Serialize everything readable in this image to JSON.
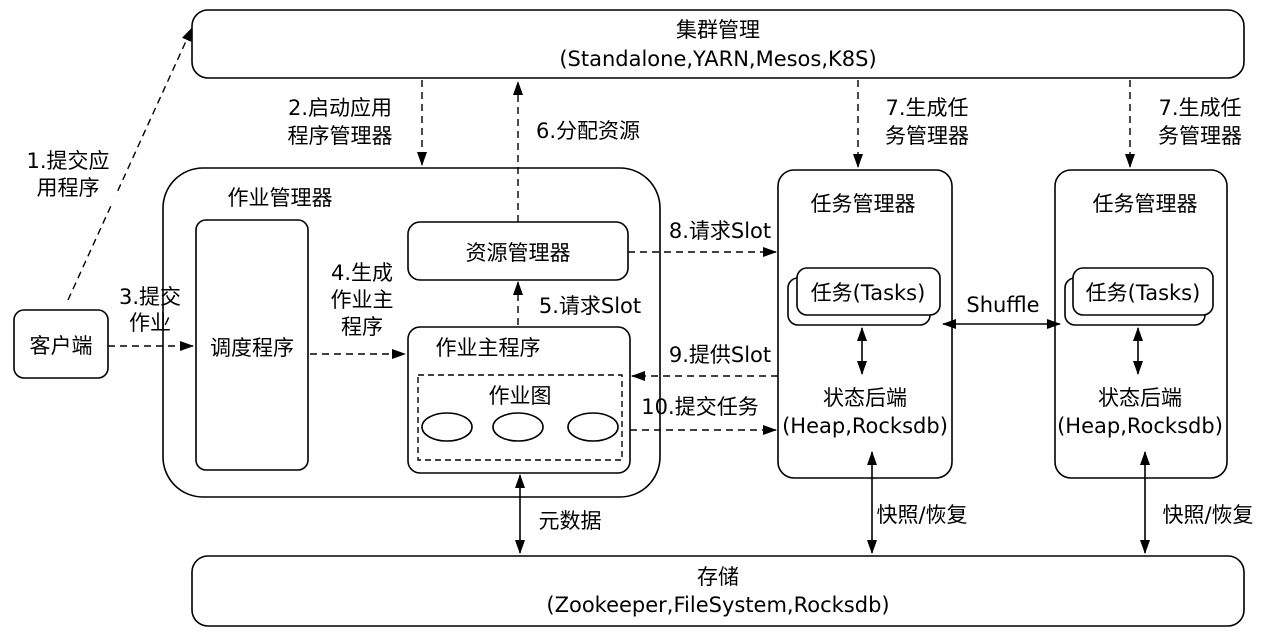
{
  "cluster_manager": {
    "title": "集群管理",
    "subtitle": "(Standalone,YARN,Mesos,K8S)"
  },
  "storage": {
    "title": "存储",
    "subtitle": "(Zookeeper,FileSystem,Rocksdb)"
  },
  "client": {
    "label": "客户端"
  },
  "job_manager": {
    "title": "作业管理器",
    "scheduler": "调度程序",
    "resource_manager": "资源管理器",
    "job_master": "作业主程序",
    "job_graph": "作业图"
  },
  "task_managers": [
    {
      "title": "任务管理器",
      "tasks": "任务(Tasks)",
      "state_backend": "状态后端",
      "state_backend_types": "(Heap,Rocksdb)"
    },
    {
      "title": "任务管理器",
      "tasks": "任务(Tasks)",
      "state_backend": "状态后端",
      "state_backend_types": "(Heap,Rocksdb)"
    }
  ],
  "edges": {
    "submit_app": [
      "1.提交应",
      "用程序"
    ],
    "start_app_manager": [
      "2.启动应用",
      "程序管理器"
    ],
    "submit_job": [
      "3.提交",
      "作业"
    ],
    "create_job_master": [
      "4.生成",
      "作业主",
      "程序"
    ],
    "request_slot_rm": [
      "5.请求Slot"
    ],
    "allocate_resources": [
      "6.分配资源"
    ],
    "create_tm_1": [
      "7.生成任",
      "务管理器"
    ],
    "create_tm_2": [
      "7.生成任",
      "务管理器"
    ],
    "request_slot_tm": [
      "8.请求Slot"
    ],
    "offer_slot": [
      "9.提供Slot"
    ],
    "submit_tasks": [
      "10.提交任务"
    ],
    "shuffle": "Shuffle",
    "metadata": "元数据",
    "snapshot_1": "快照/恢复",
    "snapshot_2": "快照/恢复"
  }
}
